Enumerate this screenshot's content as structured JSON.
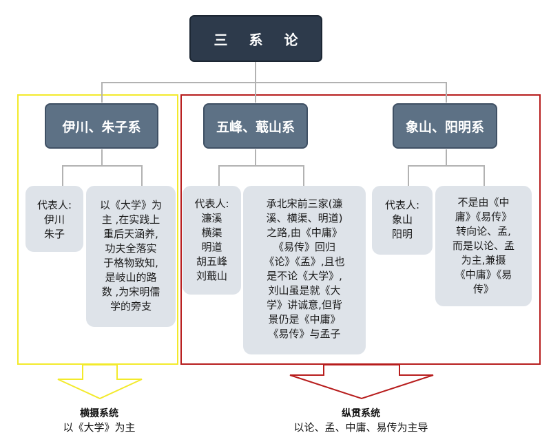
{
  "root": {
    "title": "三 系 论"
  },
  "schools": [
    {
      "name": "伊川、朱子系",
      "rep_label": "代表人:",
      "reps": [
        "伊川",
        "朱子"
      ],
      "desc": [
        "以《大学》为",
        "主 ,在实践上",
        "重后天涵养,",
        "功夫全落实",
        "于格物致知,",
        "是岐山的路",
        "数 ,为宋明儒",
        "学的旁支"
      ]
    },
    {
      "name": "五峰、蕺山系",
      "rep_label": "代表人:",
      "reps": [
        "濂溪",
        "横渠",
        "明道",
        "胡五峰",
        "刘蕺山"
      ],
      "desc": [
        "承北宋前三家(濂",
        "溪、横渠、明道)",
        "之路,由《中庸》",
        "《易传》回归",
        "《论》《孟》,且也",
        "是不论《大学》,",
        "刘山虽是就《大",
        "学》讲诚意,但背",
        "景仍是《中庸》",
        "《易传》与孟子"
      ]
    },
    {
      "name": "象山、阳明系",
      "rep_label": "代表人:",
      "reps": [
        "象山",
        "阳明"
      ],
      "desc": [
        "不是由《中",
        "庸》《易传》",
        "转向论、孟,",
        "而是以论、孟",
        "为主,兼摄",
        "《中庸》《易",
        "传》"
      ]
    }
  ],
  "groups": [
    {
      "title": "横摄系统",
      "subtitle": "以《大学》为主",
      "border_color": "#f3ea2a",
      "arrow_color": "#f3ea2a"
    },
    {
      "title": "纵贯系统",
      "subtitle": "以论、孟、中庸、易传为主导",
      "border_color": "#b71c1c",
      "arrow_color": "#b71c1c"
    }
  ],
  "colors": {
    "root_fill": "#2d3a4b",
    "school_fill": "#5d7185",
    "detail_fill": "#dee3e9",
    "connector": "#b2b2b2"
  }
}
